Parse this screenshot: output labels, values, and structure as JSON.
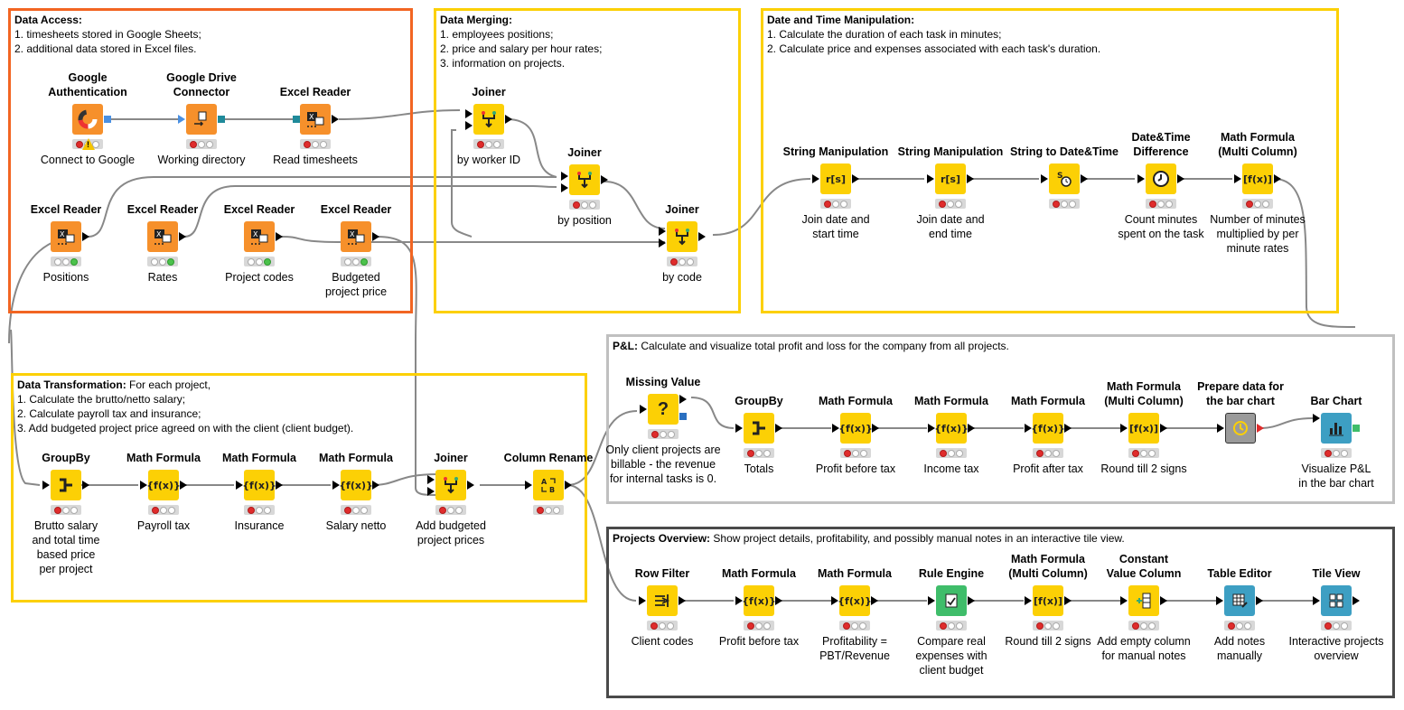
{
  "annotations": {
    "access": {
      "title": "Data Access:",
      "text": "1. timesheets stored in Google Sheets;\n2. additional data stored in Excel files.",
      "color": "#f26522"
    },
    "merging": {
      "title": "Data Merging:",
      "text": "1. employees positions;\n2. price and salary per hour rates;\n3. information on projects.",
      "color": "#fcd005"
    },
    "datetime": {
      "title": "Date and Time Manipulation:",
      "text": "1. Calculate the duration of each task in minutes;\n2. Calculate price and expenses associated with each task's duration.",
      "color": "#fcd005"
    },
    "transform": {
      "title": "Data Transformation:",
      "text": " For each project,\n1. Calculate the brutto/netto salary;\n2. Calculate payroll tax and insurance;\n3. Add budgeted project price agreed on with the client (client budget).",
      "color": "#fcd005"
    },
    "pl": {
      "title": "P&L:",
      "text": " Calculate and visualize total profit and loss for the company from all projects.",
      "color": "#c0c0c0"
    },
    "overview": {
      "title": "Projects Overview:",
      "text": " Show project details, profitability, and possibly manual notes in an interactive tile view.",
      "color": "#4a4a4a"
    }
  },
  "nodes": {
    "gauth": {
      "title": "Google\nAuthentication",
      "label": "Connect to Google"
    },
    "gdrive": {
      "title": "Google Drive\nConnector",
      "label": "Working directory"
    },
    "excel_ts": {
      "title": "Excel Reader",
      "label": "Read timesheets"
    },
    "excel_pos": {
      "title": "Excel Reader",
      "label": "Positions"
    },
    "excel_rates": {
      "title": "Excel Reader",
      "label": "Rates"
    },
    "excel_codes": {
      "title": "Excel Reader",
      "label": "Project codes"
    },
    "excel_budget": {
      "title": "Excel Reader",
      "label": "Budgeted\nproject price"
    },
    "join1": {
      "title": "Joiner",
      "label": "by worker ID"
    },
    "join2": {
      "title": "Joiner",
      "label": "by position"
    },
    "join3": {
      "title": "Joiner",
      "label": "by code"
    },
    "strman1": {
      "title": "String Manipulation",
      "label": "Join date and\nstart time"
    },
    "strman2": {
      "title": "String Manipulation",
      "label": "Join date and\nend time"
    },
    "str2dt": {
      "title": "String to Date&Time",
      "label": ""
    },
    "dtdiff": {
      "title": "Date&Time\nDifference",
      "label": "Count minutes\nspent on the task"
    },
    "mathmc1": {
      "title": "Math Formula\n(Multi Column)",
      "label": "Number of minutes\nmultiplied by per\nminute rates"
    },
    "groupby1": {
      "title": "GroupBy",
      "label": "Brutto salary\nand total time\nbased price\nper project"
    },
    "math1": {
      "title": "Math Formula",
      "label": "Payroll tax"
    },
    "math2": {
      "title": "Math Formula",
      "label": "Insurance"
    },
    "math3": {
      "title": "Math Formula",
      "label": "Salary netto"
    },
    "join4": {
      "title": "Joiner",
      "label": "Add budgeted\nproject prices"
    },
    "colren": {
      "title": "Column Rename",
      "label": ""
    },
    "missing": {
      "title": "Missing Value",
      "label": "Only client projects are\nbillable - the revenue\nfor internal tasks  is 0."
    },
    "groupby2": {
      "title": "GroupBy",
      "label": "Totals"
    },
    "math4": {
      "title": "Math Formula",
      "label": "Profit before tax"
    },
    "math5": {
      "title": "Math Formula",
      "label": "Income tax"
    },
    "math6": {
      "title": "Math Formula",
      "label": "Profit after tax"
    },
    "mathmc2": {
      "title": "Math Formula\n(Multi Column)",
      "label": "Round till 2 signs"
    },
    "prepbar": {
      "title": "Prepare data for\nthe bar chart",
      "label": ""
    },
    "barchart": {
      "title": "Bar Chart",
      "label": "Visualize P&L\nin the bar chart"
    },
    "rowfilter": {
      "title": "Row Filter",
      "label": "Client codes"
    },
    "math7": {
      "title": "Math Formula",
      "label": "Profit before tax"
    },
    "math8": {
      "title": "Math Formula",
      "label": "Profitability =\nPBT/Revenue"
    },
    "rule": {
      "title": "Rule Engine",
      "label": "Compare real\nexpenses  with\nclient budget"
    },
    "mathmc3": {
      "title": "Math Formula\n(Multi Column)",
      "label": "Round till 2 signs"
    },
    "constcol": {
      "title": "Constant\nValue Column",
      "label": "Add empty column\nfor manual notes"
    },
    "tableed": {
      "title": "Table Editor",
      "label": "Add notes\nmanually"
    },
    "tile": {
      "title": "Tile View",
      "label": "Interactive projects\noverview"
    }
  },
  "icons": {
    "yellow": "#fcd005",
    "orange": "#f6902b",
    "green": "#3fbd6a",
    "blue": "#3d9fc3",
    "math": "f(x)",
    "mathmc": "f(x)",
    "strman": "r[s]",
    "joiner": "join-icon",
    "groupby": "groupby-icon",
    "excel": "excel-icon",
    "colren": "A B",
    "missing": "?",
    "str2dt": "S",
    "dtdiff": "clock-icon"
  }
}
